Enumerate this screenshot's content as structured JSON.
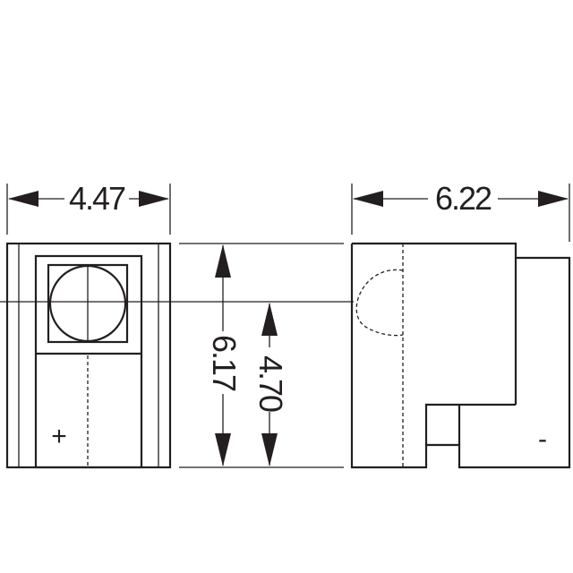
{
  "dimensions": {
    "front_width": "4.47",
    "side_width": "6.22",
    "overall_height": "6.17",
    "inner_height": "4.70"
  },
  "labels": {
    "plus": "+",
    "minus": "-"
  }
}
